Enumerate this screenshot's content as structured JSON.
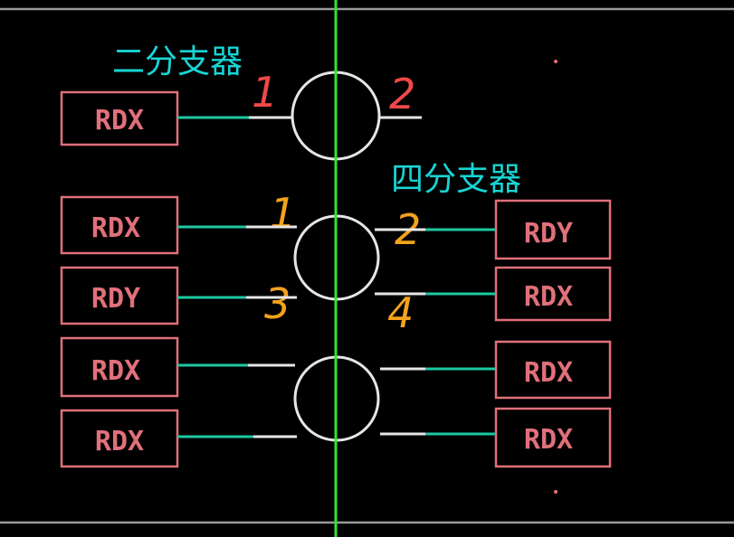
{
  "labels": {
    "two_way_splitter": "二分支器",
    "four_way_splitter": "四分支器"
  },
  "port_numbers": {
    "two_way": [
      "1",
      "2"
    ],
    "four_way": [
      "1",
      "2",
      "3",
      "4"
    ]
  },
  "boxes": {
    "left": [
      "RDX",
      "RDX",
      "RDY",
      "RDX",
      "RDX"
    ],
    "right": [
      "RDY",
      "RDX",
      "RDX",
      "RDX"
    ]
  },
  "colors": {
    "background": "#000000",
    "box": "#e0707a",
    "lead_green": "#1cc8a0",
    "lead_white": "#e6e6e6",
    "center_line": "#2ee62e",
    "cad_label": "#19d4d4",
    "handwriting_red": "#f04848",
    "handwriting_orange": "#f2a21c"
  }
}
